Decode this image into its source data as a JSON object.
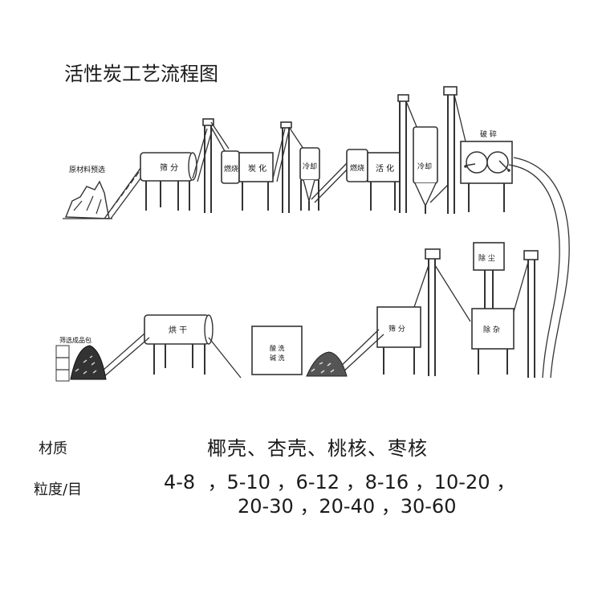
{
  "diagram": {
    "title": "活性炭工艺流程图",
    "stages": {
      "raw_material": "原材料预选",
      "sieve_1": "筛 分",
      "burn_1": "燃烧",
      "carbonize": "炭 化",
      "cool_1": "冷却",
      "burn_2": "燃烧",
      "activate": "活 化",
      "cool_2": "冷却",
      "crush": "破 碎",
      "remove_iron": "除 尘",
      "remove_impurity": "除 杂",
      "sieve_2": "筛 分",
      "wash_line_1": "酸 洗",
      "wash_line_2": "碱 洗",
      "dry": "烘 干",
      "package": "筛选成品包"
    }
  },
  "specs": {
    "material_label": "材质",
    "material_values": "椰壳、杏壳、桃核、枣核",
    "grain_label": "粒度/目",
    "grain_values_line1": "4-8  ，5-10 ，6-12 ，8-16 ，10-20 ，",
    "grain_values_line2": "20-30 ，20-40 ，30-60"
  }
}
